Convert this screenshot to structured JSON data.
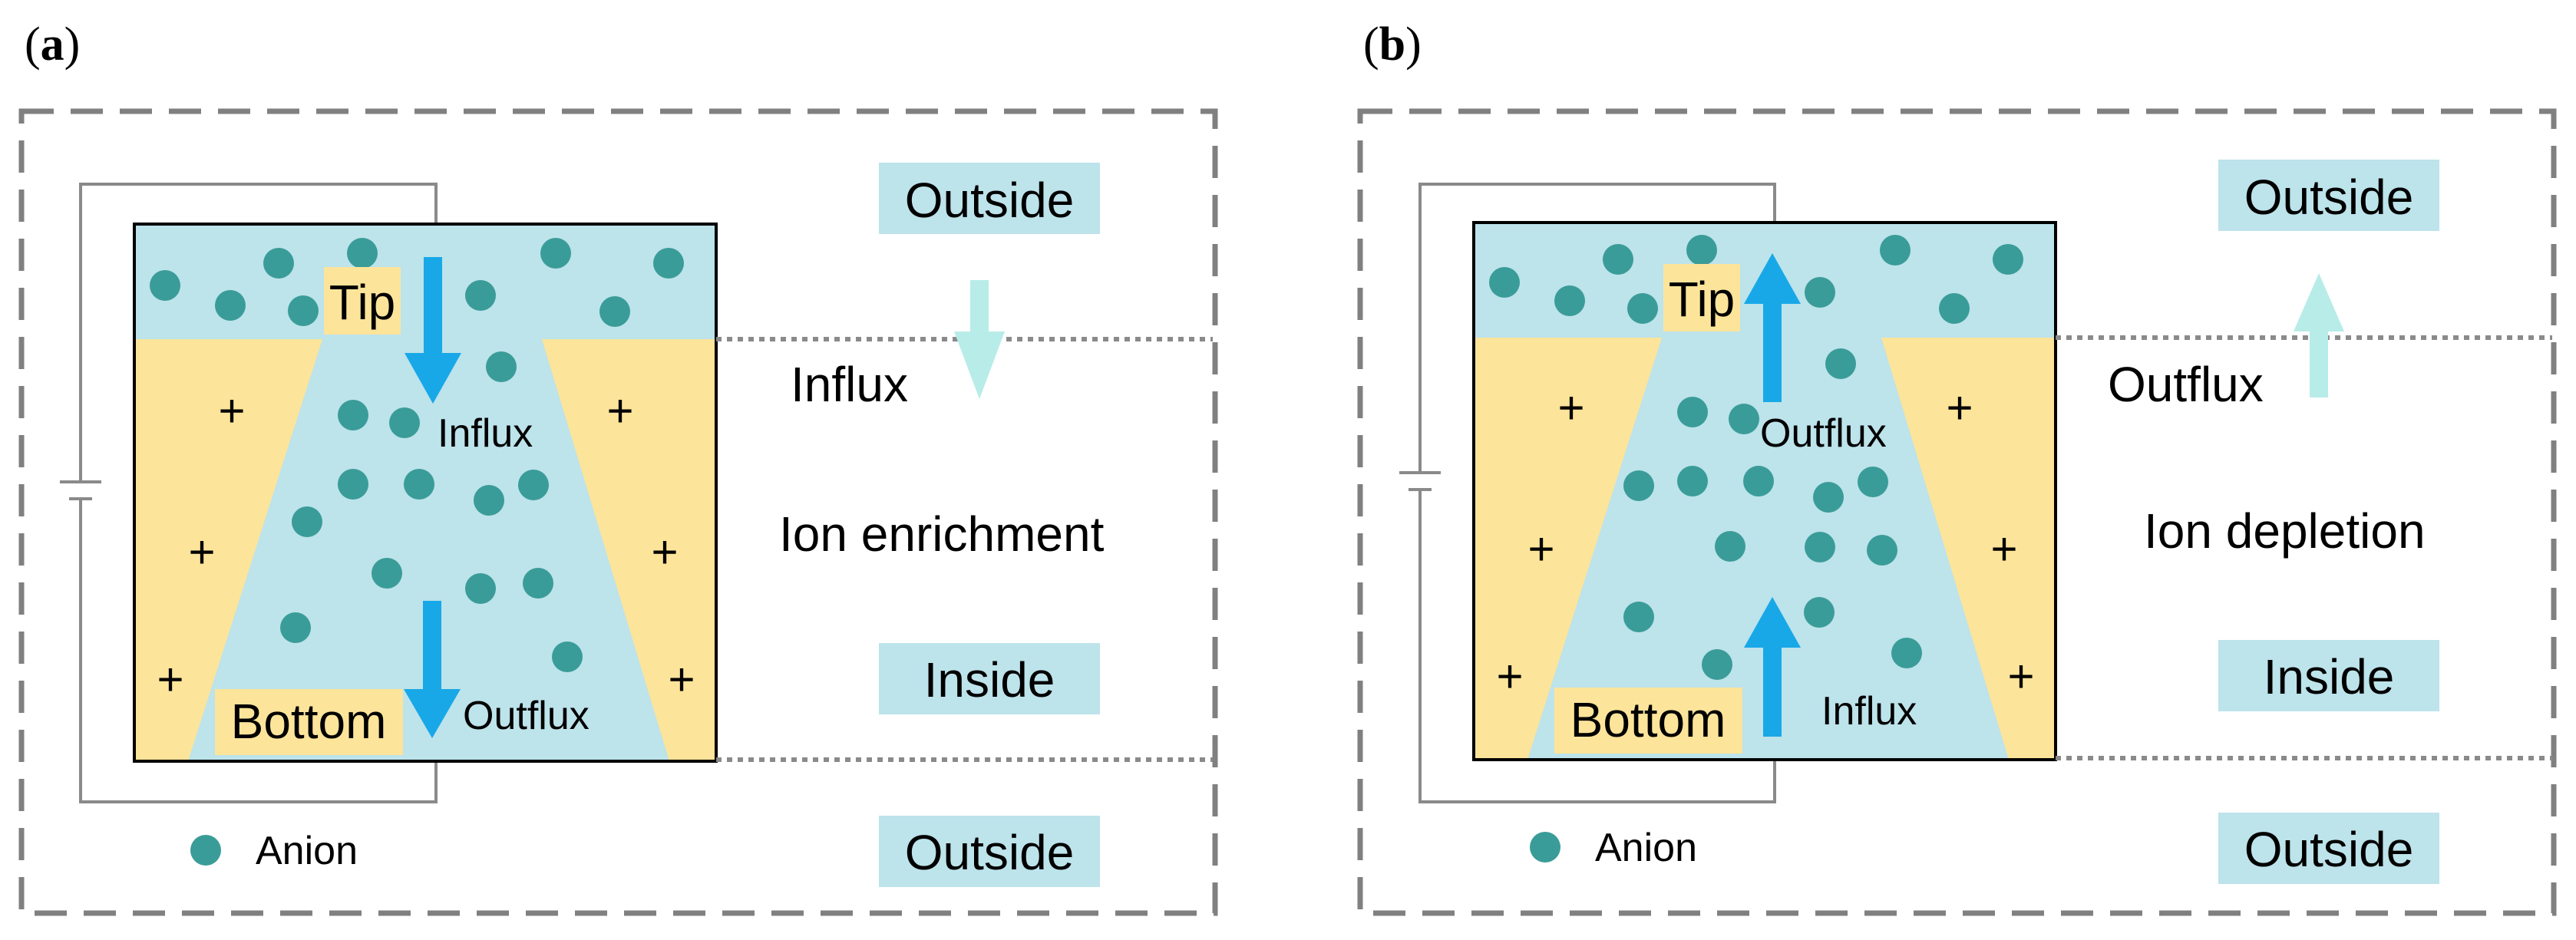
{
  "panels": [
    {
      "label_open": "(",
      "label_letter": "a",
      "label_close": ")",
      "tip": "Tip",
      "bottom": "Bottom",
      "inner_top_arrow_text": "Influx",
      "inner_bottom_arrow_text": "Outflux",
      "right_arrow_text": "Influx",
      "outside_top": "Outside",
      "inside": "Inside",
      "outside_bottom": "Outside",
      "state": "Ion enrichment",
      "legend": "Anion",
      "plus": "+",
      "arrow_direction": "down"
    },
    {
      "label_open": "(",
      "label_letter": "b",
      "label_close": ")",
      "tip": "Tip",
      "bottom": "Bottom",
      "inner_top_arrow_text": "Outflux",
      "inner_bottom_arrow_text": "Influx",
      "right_arrow_text": "Outflux",
      "outside_top": "Outside",
      "inside": "Inside",
      "outside_bottom": "Outside",
      "state": "Ion depletion",
      "legend": "Anion",
      "plus": "+",
      "arrow_direction": "up"
    }
  ],
  "colors": {
    "solution": "#bde3eb",
    "wall": "#fce49a",
    "anion": "#3a9c98",
    "flow_arrow": "#18a8e8",
    "light_arrow": "#b8ece8",
    "frame": "#808080",
    "label_box": "#bde3eb",
    "tip_box": "#fce49a"
  },
  "icons": {
    "anion": "teal-circle",
    "flow": "arrow",
    "battery": "battery-symbol"
  }
}
